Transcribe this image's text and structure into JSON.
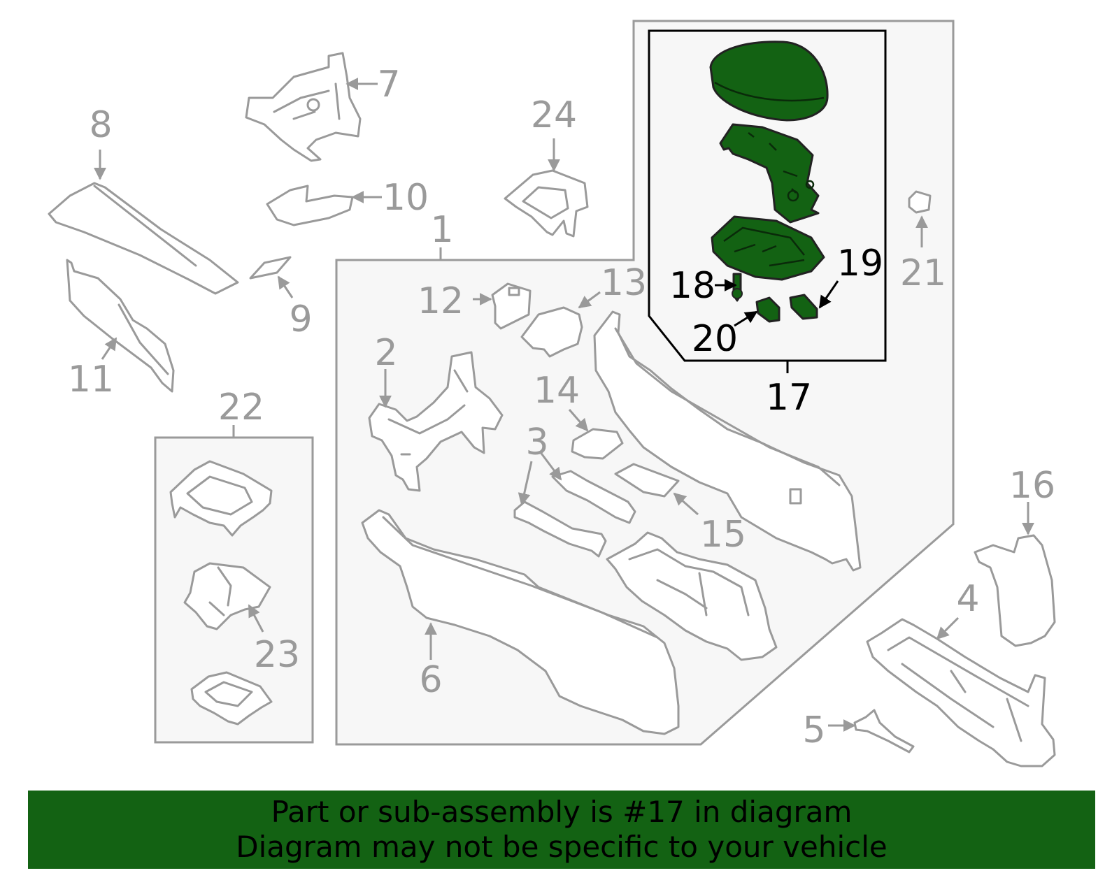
{
  "diagram": {
    "highlight_color": "#136213",
    "callouts": {
      "c1": "1",
      "c2": "2",
      "c3": "3",
      "c4": "4",
      "c5": "5",
      "c6": "6",
      "c7": "7",
      "c8": "8",
      "c9": "9",
      "c10": "10",
      "c11": "11",
      "c12": "12",
      "c13": "13",
      "c14": "14",
      "c15": "15",
      "c16": "16",
      "c17": "17",
      "c18": "18",
      "c19": "19",
      "c20": "20",
      "c21": "21",
      "c22": "22",
      "c23": "23",
      "c24": "24"
    }
  },
  "footer": {
    "line1": "Part or sub-assembly is #17 in diagram",
    "line2": "Diagram may not be specific to your vehicle"
  }
}
